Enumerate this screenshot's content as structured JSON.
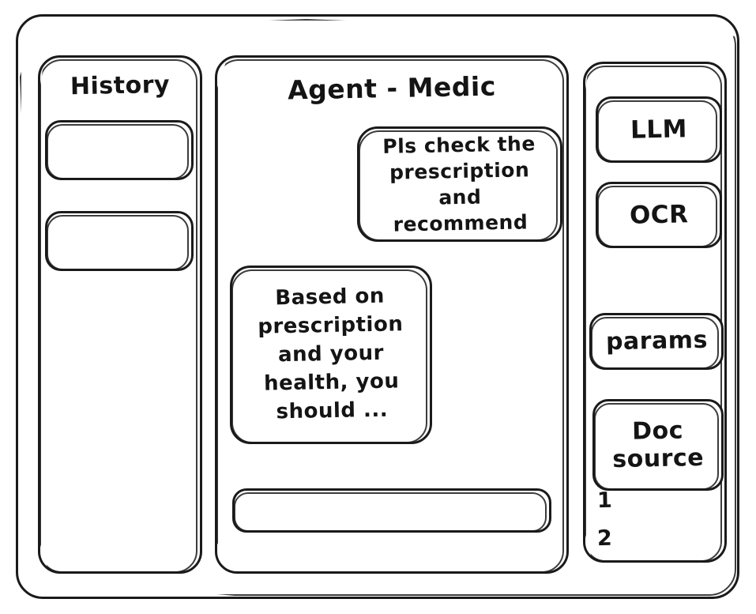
{
  "window": {
    "name": "agent-app-window"
  },
  "history": {
    "title": "History",
    "items": [
      {
        "label": ""
      },
      {
        "label": ""
      }
    ]
  },
  "main": {
    "title": "Agent - Medic",
    "messages": [
      {
        "role": "user",
        "text": "Pls check the\nprescription\nand recommend"
      },
      {
        "role": "agent",
        "text": "Based on\nprescription\nand your\nhealth, you\nshould ..."
      }
    ],
    "composer": {
      "value": "",
      "placeholder": ""
    }
  },
  "tools": {
    "buttons": [
      {
        "label": "LLM"
      },
      {
        "label": "OCR"
      },
      {
        "label": "params"
      },
      {
        "label": "Doc\nsource"
      }
    ],
    "sources": [
      {
        "label": "1"
      },
      {
        "label": "2"
      }
    ]
  },
  "colors": {
    "stroke": "#1a1a1a",
    "background": "#ffffff"
  }
}
